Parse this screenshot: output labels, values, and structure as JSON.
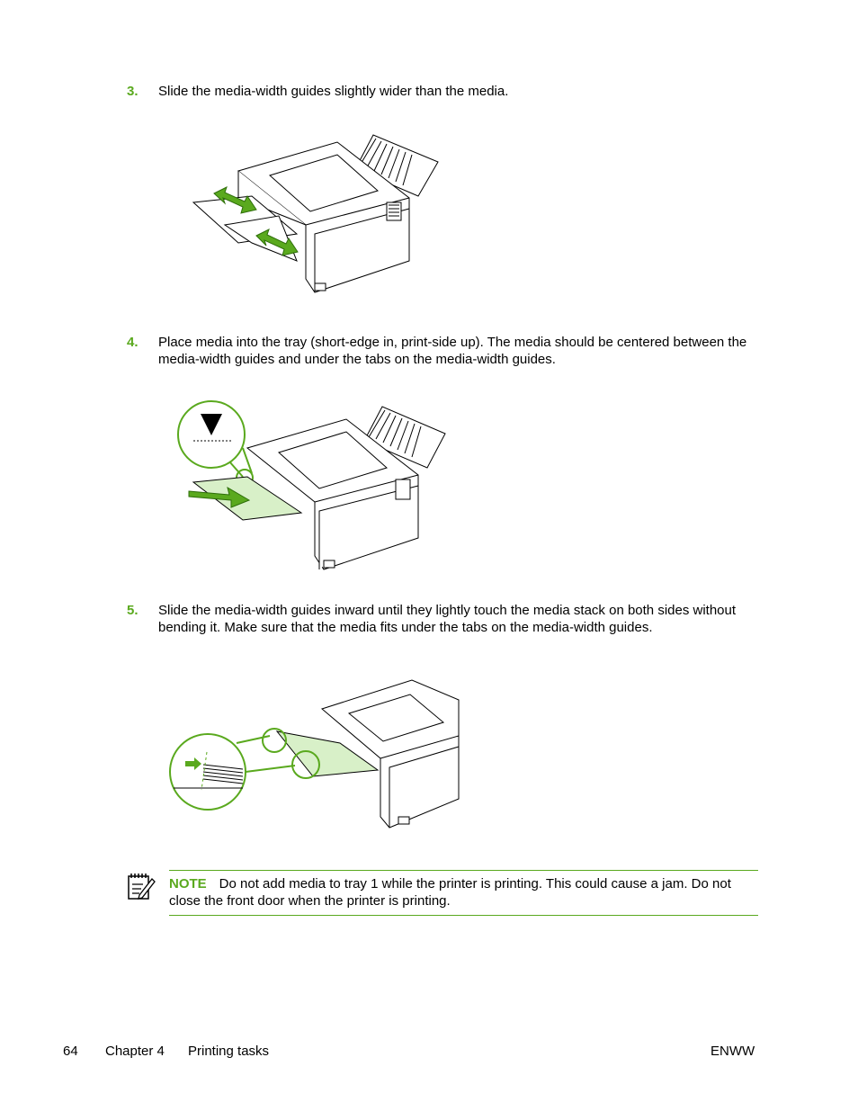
{
  "steps": [
    {
      "num": "3.",
      "text": "Slide the media-width guides slightly wider than the media."
    },
    {
      "num": "4.",
      "text": "Place media into the tray (short-edge in, print-side up). The media should be centered between the media-width guides and under the tabs on the media-width guides."
    },
    {
      "num": "5.",
      "text": "Slide the media-width guides inward until they lightly touch the media stack on both sides without bending it. Make sure that the media fits under the tabs on the media-width guides."
    }
  ],
  "note": {
    "label": "NOTE",
    "text": "Do not add media to tray 1 while the printer is printing. This could cause a jam. Do not close the front door when the printer is printing."
  },
  "footer": {
    "page_number": "64",
    "chapter": "Chapter 4",
    "section": "Printing tasks",
    "right": "ENWW"
  },
  "colors": {
    "accent": "#5aa91e",
    "paper": "#d8f0c8"
  }
}
